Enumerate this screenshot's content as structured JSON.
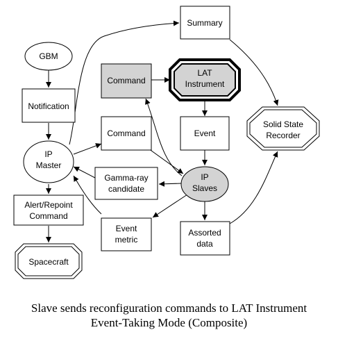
{
  "nodes": {
    "gbm": "GBM",
    "notification": "Notification",
    "ip_master": [
      "IP",
      "Master"
    ],
    "alert_repoint": [
      "Alert/Repoint",
      "Command"
    ],
    "spacecraft": "Spacecraft",
    "summary": "Summary",
    "command_shaded": "Command",
    "lat_instrument": [
      "LAT",
      "Instrument"
    ],
    "command": "Command",
    "event": "Event",
    "solid_state_recorder": [
      "Solid State",
      "Recorder"
    ],
    "gamma_ray_candidate": [
      "Gamma-ray",
      "candidate"
    ],
    "ip_slaves": [
      "IP",
      "Slaves"
    ],
    "event_metric": [
      "Event",
      "metric"
    ],
    "assorted_data": [
      "Assorted",
      "data"
    ]
  },
  "caption": {
    "line1": "Slave sends reconfiguration commands to LAT Instrument",
    "line2": "Event-Taking Mode (Composite)"
  }
}
